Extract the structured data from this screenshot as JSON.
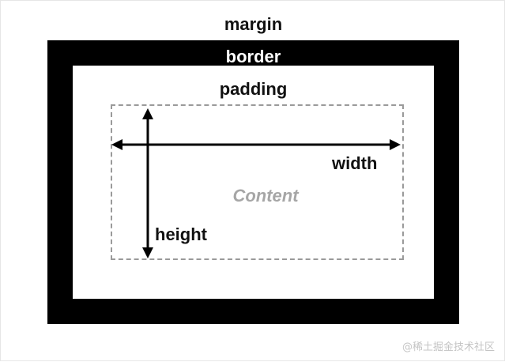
{
  "diagram": {
    "margin_label": "margin",
    "border_label": "border",
    "padding_label": "padding",
    "content_label": "Content",
    "width_label": "width",
    "height_label": "height"
  },
  "watermark": "@稀土掘金技术社区",
  "colors": {
    "border": "#000000",
    "background": "#ffffff",
    "dashed_outline": "#9a9a9a",
    "content_text": "#a6a6a6",
    "label_text": "#111111"
  },
  "icons": {
    "horizontal_arrow": "double-headed-arrow-horizontal",
    "vertical_arrow": "double-headed-arrow-vertical"
  }
}
